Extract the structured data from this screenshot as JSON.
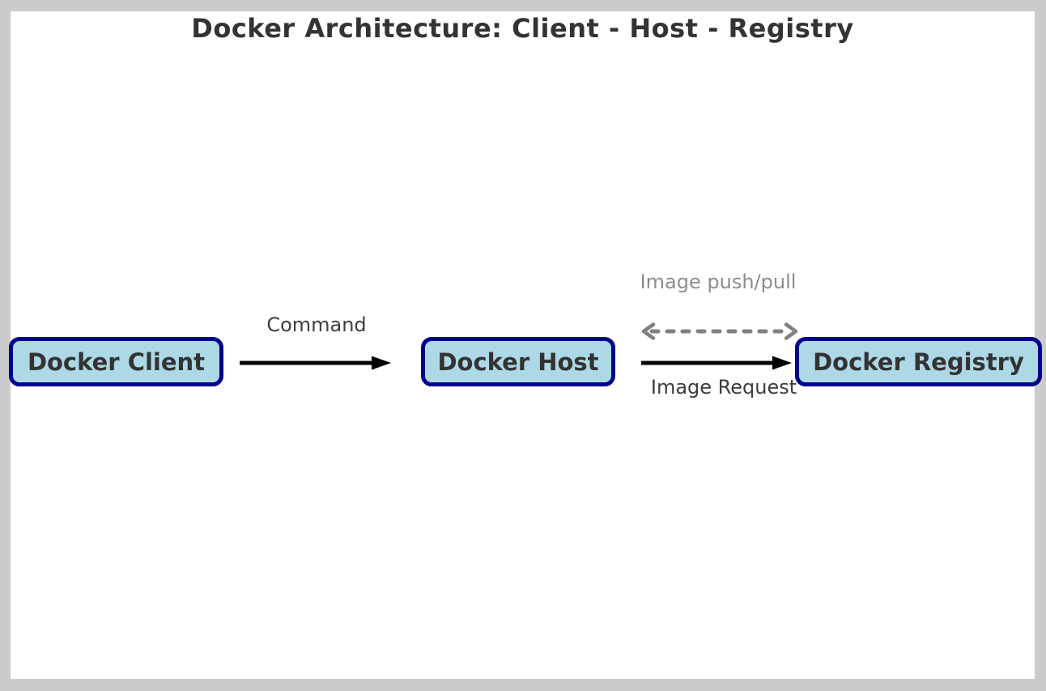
{
  "diagram": {
    "title": "Docker Architecture: Client - Host - Registry",
    "nodes": [
      {
        "id": "docker-client",
        "label": "Docker Client"
      },
      {
        "id": "docker-host",
        "label": "Docker Host"
      },
      {
        "id": "docker-registry",
        "label": "Docker Registry"
      }
    ],
    "edges": [
      {
        "id": "command",
        "label": "Command",
        "from": "docker-client",
        "to": "docker-host",
        "style": "solid",
        "direction": "right"
      },
      {
        "id": "image-push-pull",
        "label": "Image push/pull",
        "from": "docker-host",
        "to": "docker-registry",
        "style": "dashed",
        "direction": "both"
      },
      {
        "id": "image-request",
        "label": "Image Request",
        "from": "docker-host",
        "to": "docker-registry",
        "style": "solid",
        "direction": "right"
      }
    ],
    "colors": {
      "frame_background": "#cbcbcb",
      "canvas_background": "#ffffff",
      "node_fill": "#add8e6",
      "node_border": "#00008b",
      "title_text": "#333333",
      "solid_label_text": "#3d3d3d",
      "dashed_label_text": "#8c8c8c",
      "solid_arrow": "#000000",
      "dashed_arrow": "#808080"
    }
  }
}
